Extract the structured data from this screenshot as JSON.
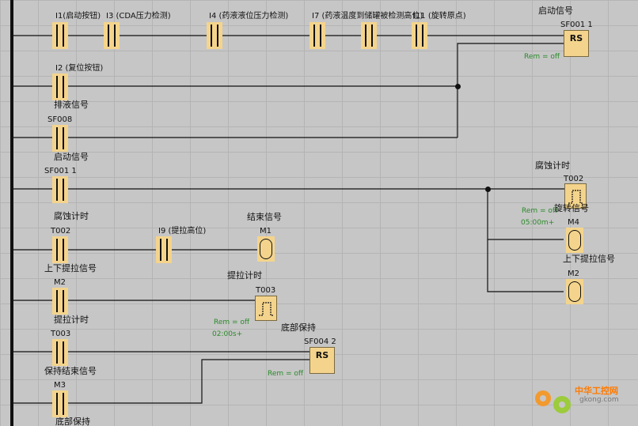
{
  "rungs": {
    "r1": {
      "labels": [
        "I1(启动按钮)",
        "I3 (CDA压力检测)",
        "I4 (药液液位压力检测)",
        "I7 (药液温度到储罐被检测高位)",
        "I11 (旋转原点)"
      ],
      "block_title": "启动信号",
      "block_id": "SF001 1",
      "block_text": "RS",
      "rem": "Rem = off"
    },
    "r2": {
      "label_top": "I2 (复位按钮)",
      "label_bottom": "排液信号"
    },
    "r3": {
      "label_top": "SF008",
      "label_bottom": "启动信号"
    },
    "r4": {
      "label_top": "SF001 1",
      "timer_title": "腐蚀计时",
      "timer_id": "T002",
      "rem": "Rem = off",
      "time": "05:00m+"
    },
    "r5": {
      "label_top": "腐蚀计时",
      "label_top2": "T002",
      "label_bottom": "上下提拉信号",
      "i9": "I9 (提拉高位)",
      "coil_title": "结束信号",
      "coil_id": "M1"
    },
    "r4b": {
      "coil_title": "旋转信号",
      "coil_id": "M4",
      "coil2_title": "上下提拉信号",
      "coil2_id": "M2"
    },
    "r6": {
      "label_top": "M2",
      "label_bottom": "提拉计时",
      "timer_title": "提拉计时",
      "timer_id": "T003",
      "rem": "Rem = off",
      "time": "02:00s+"
    },
    "r7": {
      "label_top": "T003",
      "label_bottom": "保持结束信号",
      "block_title": "底部保持",
      "block_id": "SF004 2",
      "block_text": "RS",
      "rem": "Rem = off"
    },
    "r8": {
      "label_top": "M3",
      "label_bottom": "底部保持"
    }
  },
  "watermark": {
    "text": "中华工控网",
    "sub": "gkong.com"
  }
}
